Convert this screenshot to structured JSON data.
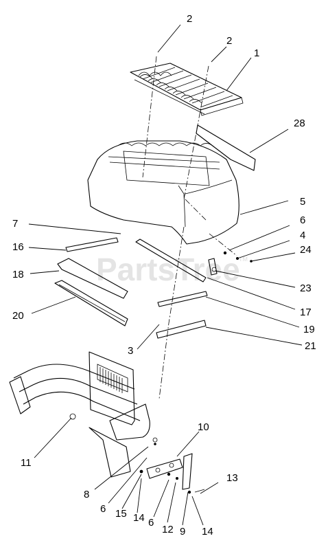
{
  "watermark": {
    "text": "PartsTree",
    "tm": "TM"
  },
  "callouts": {
    "c1": "1",
    "c2a": "2",
    "c2b": "2",
    "c3": "3",
    "c4": "4",
    "c5": "5",
    "c6a": "6",
    "c6b": "6",
    "c6c": "6",
    "c7": "7",
    "c8": "8",
    "c9": "9",
    "c10": "10",
    "c11": "11",
    "c12": "12",
    "c13": "13",
    "c14a": "14",
    "c14b": "14",
    "c15": "15",
    "c16": "16",
    "c17": "17",
    "c18": "18",
    "c19": "19",
    "c20": "20",
    "c21": "21",
    "c23": "23",
    "c24": "24",
    "c28": "28"
  }
}
